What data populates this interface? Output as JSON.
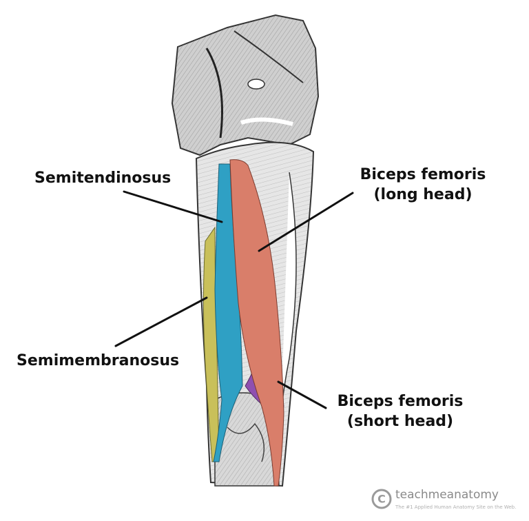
{
  "labels": {
    "semitendinosus": "Semitendinosus",
    "semimembranosus": "Semimembranosus",
    "biceps_long_line1": "Biceps femoris",
    "biceps_long_line2": "(long head)",
    "biceps_short_line1": "Biceps femoris",
    "biceps_short_line2": "(short head)"
  },
  "watermark": {
    "name": "teachmeanatomy",
    "tagline": "The #1 Applied Human Anatomy Site on the Web.",
    "symbol": "©"
  },
  "colors": {
    "semitendinosus": "#2fa0c4",
    "semimembranosus": "#c9c05a",
    "biceps_long": "#d97e6a",
    "biceps_short": "#8f4fb0",
    "leader_lines": "#111111"
  }
}
